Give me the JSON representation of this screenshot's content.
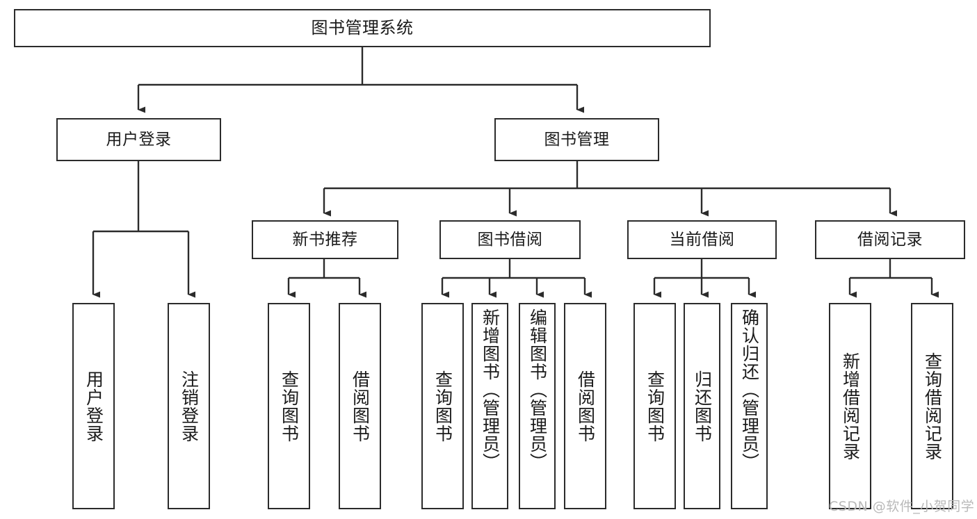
{
  "diagram": {
    "title": "图书管理系统",
    "type": "tree-hierarchy",
    "root": {
      "id": "root",
      "label": "图书管理系统"
    },
    "tier2": [
      {
        "id": "user-login",
        "label": "用户登录"
      },
      {
        "id": "book-manage",
        "label": "图书管理"
      }
    ],
    "tier3": [
      {
        "id": "new-book-rec",
        "label": "新书推荐",
        "parent": "book-manage"
      },
      {
        "id": "book-borrow",
        "label": "图书借阅",
        "parent": "book-manage"
      },
      {
        "id": "current-borrow",
        "label": "当前借阅",
        "parent": "book-manage"
      },
      {
        "id": "borrow-record",
        "label": "借阅记录",
        "parent": "book-manage"
      }
    ],
    "leaves": [
      {
        "id": "leaf-user-login",
        "label": "用户登录",
        "parent": "user-login"
      },
      {
        "id": "leaf-logout-login",
        "label": "注销登录",
        "parent": "user-login"
      },
      {
        "id": "leaf-query-book-1",
        "label": "查询图书",
        "parent": "new-book-rec"
      },
      {
        "id": "leaf-borrow-book-1",
        "label": "借阅图书",
        "parent": "new-book-rec"
      },
      {
        "id": "leaf-query-book-2",
        "label": "查询图书",
        "parent": "book-borrow"
      },
      {
        "id": "leaf-add-book",
        "label": "新增图书（管理员）",
        "parent": "book-borrow"
      },
      {
        "id": "leaf-edit-book",
        "label": "编辑图书（管理员）",
        "parent": "book-borrow"
      },
      {
        "id": "leaf-borrow-book-2",
        "label": "借阅图书",
        "parent": "book-borrow"
      },
      {
        "id": "leaf-query-book-3",
        "label": "查询图书",
        "parent": "current-borrow"
      },
      {
        "id": "leaf-return-book",
        "label": "归还图书",
        "parent": "current-borrow"
      },
      {
        "id": "leaf-confirm-return",
        "label": "确认归还（管理员）",
        "parent": "current-borrow"
      },
      {
        "id": "leaf-add-record",
        "label": "新增借阅记录",
        "parent": "borrow-record"
      },
      {
        "id": "leaf-query-record",
        "label": "查询借阅记录",
        "parent": "borrow-record"
      }
    ],
    "colors": {
      "stroke": "#2b2b2b",
      "fill": "#ffffff",
      "text": "#1a1a1a",
      "watermark": "#b9b9b9"
    }
  },
  "watermark": {
    "text": "CSDN @软件_小贺同学"
  }
}
